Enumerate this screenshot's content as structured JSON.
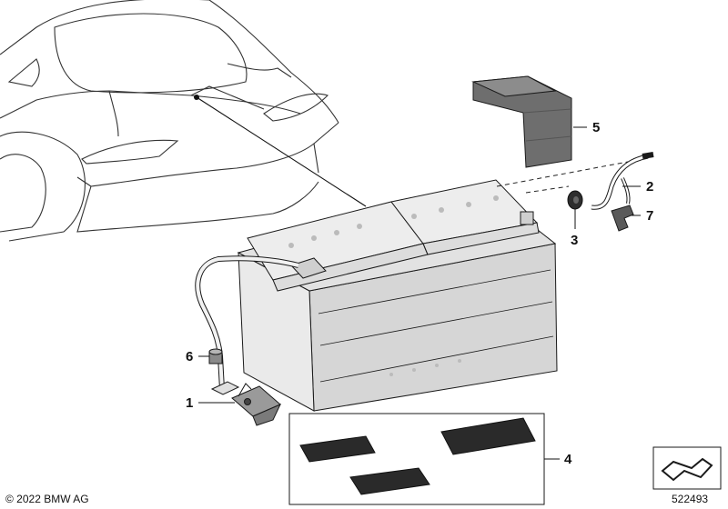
{
  "callouts": [
    {
      "number": "1",
      "part": "bracket"
    },
    {
      "number": "2",
      "part": "vent-hose"
    },
    {
      "number": "3",
      "part": "grommet"
    },
    {
      "number": "4",
      "part": "pads"
    },
    {
      "number": "5",
      "part": "cover"
    },
    {
      "number": "6",
      "part": "cap-nut"
    },
    {
      "number": "7",
      "part": "elbow"
    }
  ],
  "copyright": "© 2022 BMW AG",
  "diagram_number": "522493",
  "colors": {
    "line": "#1a1a1a",
    "battery_fill": "#e6e6e6",
    "battery_shade": "#d3d3d3",
    "cover_fill": "#6e6e6e",
    "pad_fill": "#2a2a2a"
  }
}
